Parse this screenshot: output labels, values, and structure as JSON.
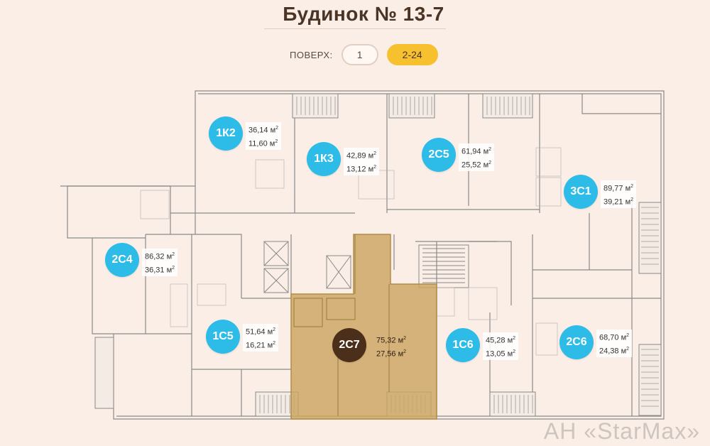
{
  "title": "Будинок № 13-7",
  "floor_selector": {
    "label": "ПОВЕРХ:",
    "options": [
      "1",
      "2-24"
    ],
    "active": "2-24"
  },
  "colors": {
    "badge": "#2dbbe8",
    "badge_selected": "#4b2f1a",
    "selected_fill": "#caa560",
    "accent": "#f7c02e"
  },
  "apartments": [
    {
      "id": "1К2",
      "area_total": "36,14 м",
      "area_living": "11,60 м"
    },
    {
      "id": "1К3",
      "area_total": "42,89 м",
      "area_living": "13,12 м"
    },
    {
      "id": "2С5",
      "area_total": "61,94 м",
      "area_living": "25,52 м"
    },
    {
      "id": "3С1",
      "area_total": "89,77 м",
      "area_living": "39,21 м"
    },
    {
      "id": "2С4",
      "area_total": "86,32 м",
      "area_living": "36,31 м"
    },
    {
      "id": "1С5",
      "area_total": "51,64 м",
      "area_living": "16,21 м"
    },
    {
      "id": "2С7",
      "area_total": "75,32 м",
      "area_living": "27,56 м",
      "selected": true
    },
    {
      "id": "1С6",
      "area_total": "45,28 м",
      "area_living": "13,05 м"
    },
    {
      "id": "2С6",
      "area_total": "68,70 м",
      "area_living": "24,38 м"
    }
  ],
  "unit_sup": "2",
  "watermark": "АН «StarMax»"
}
